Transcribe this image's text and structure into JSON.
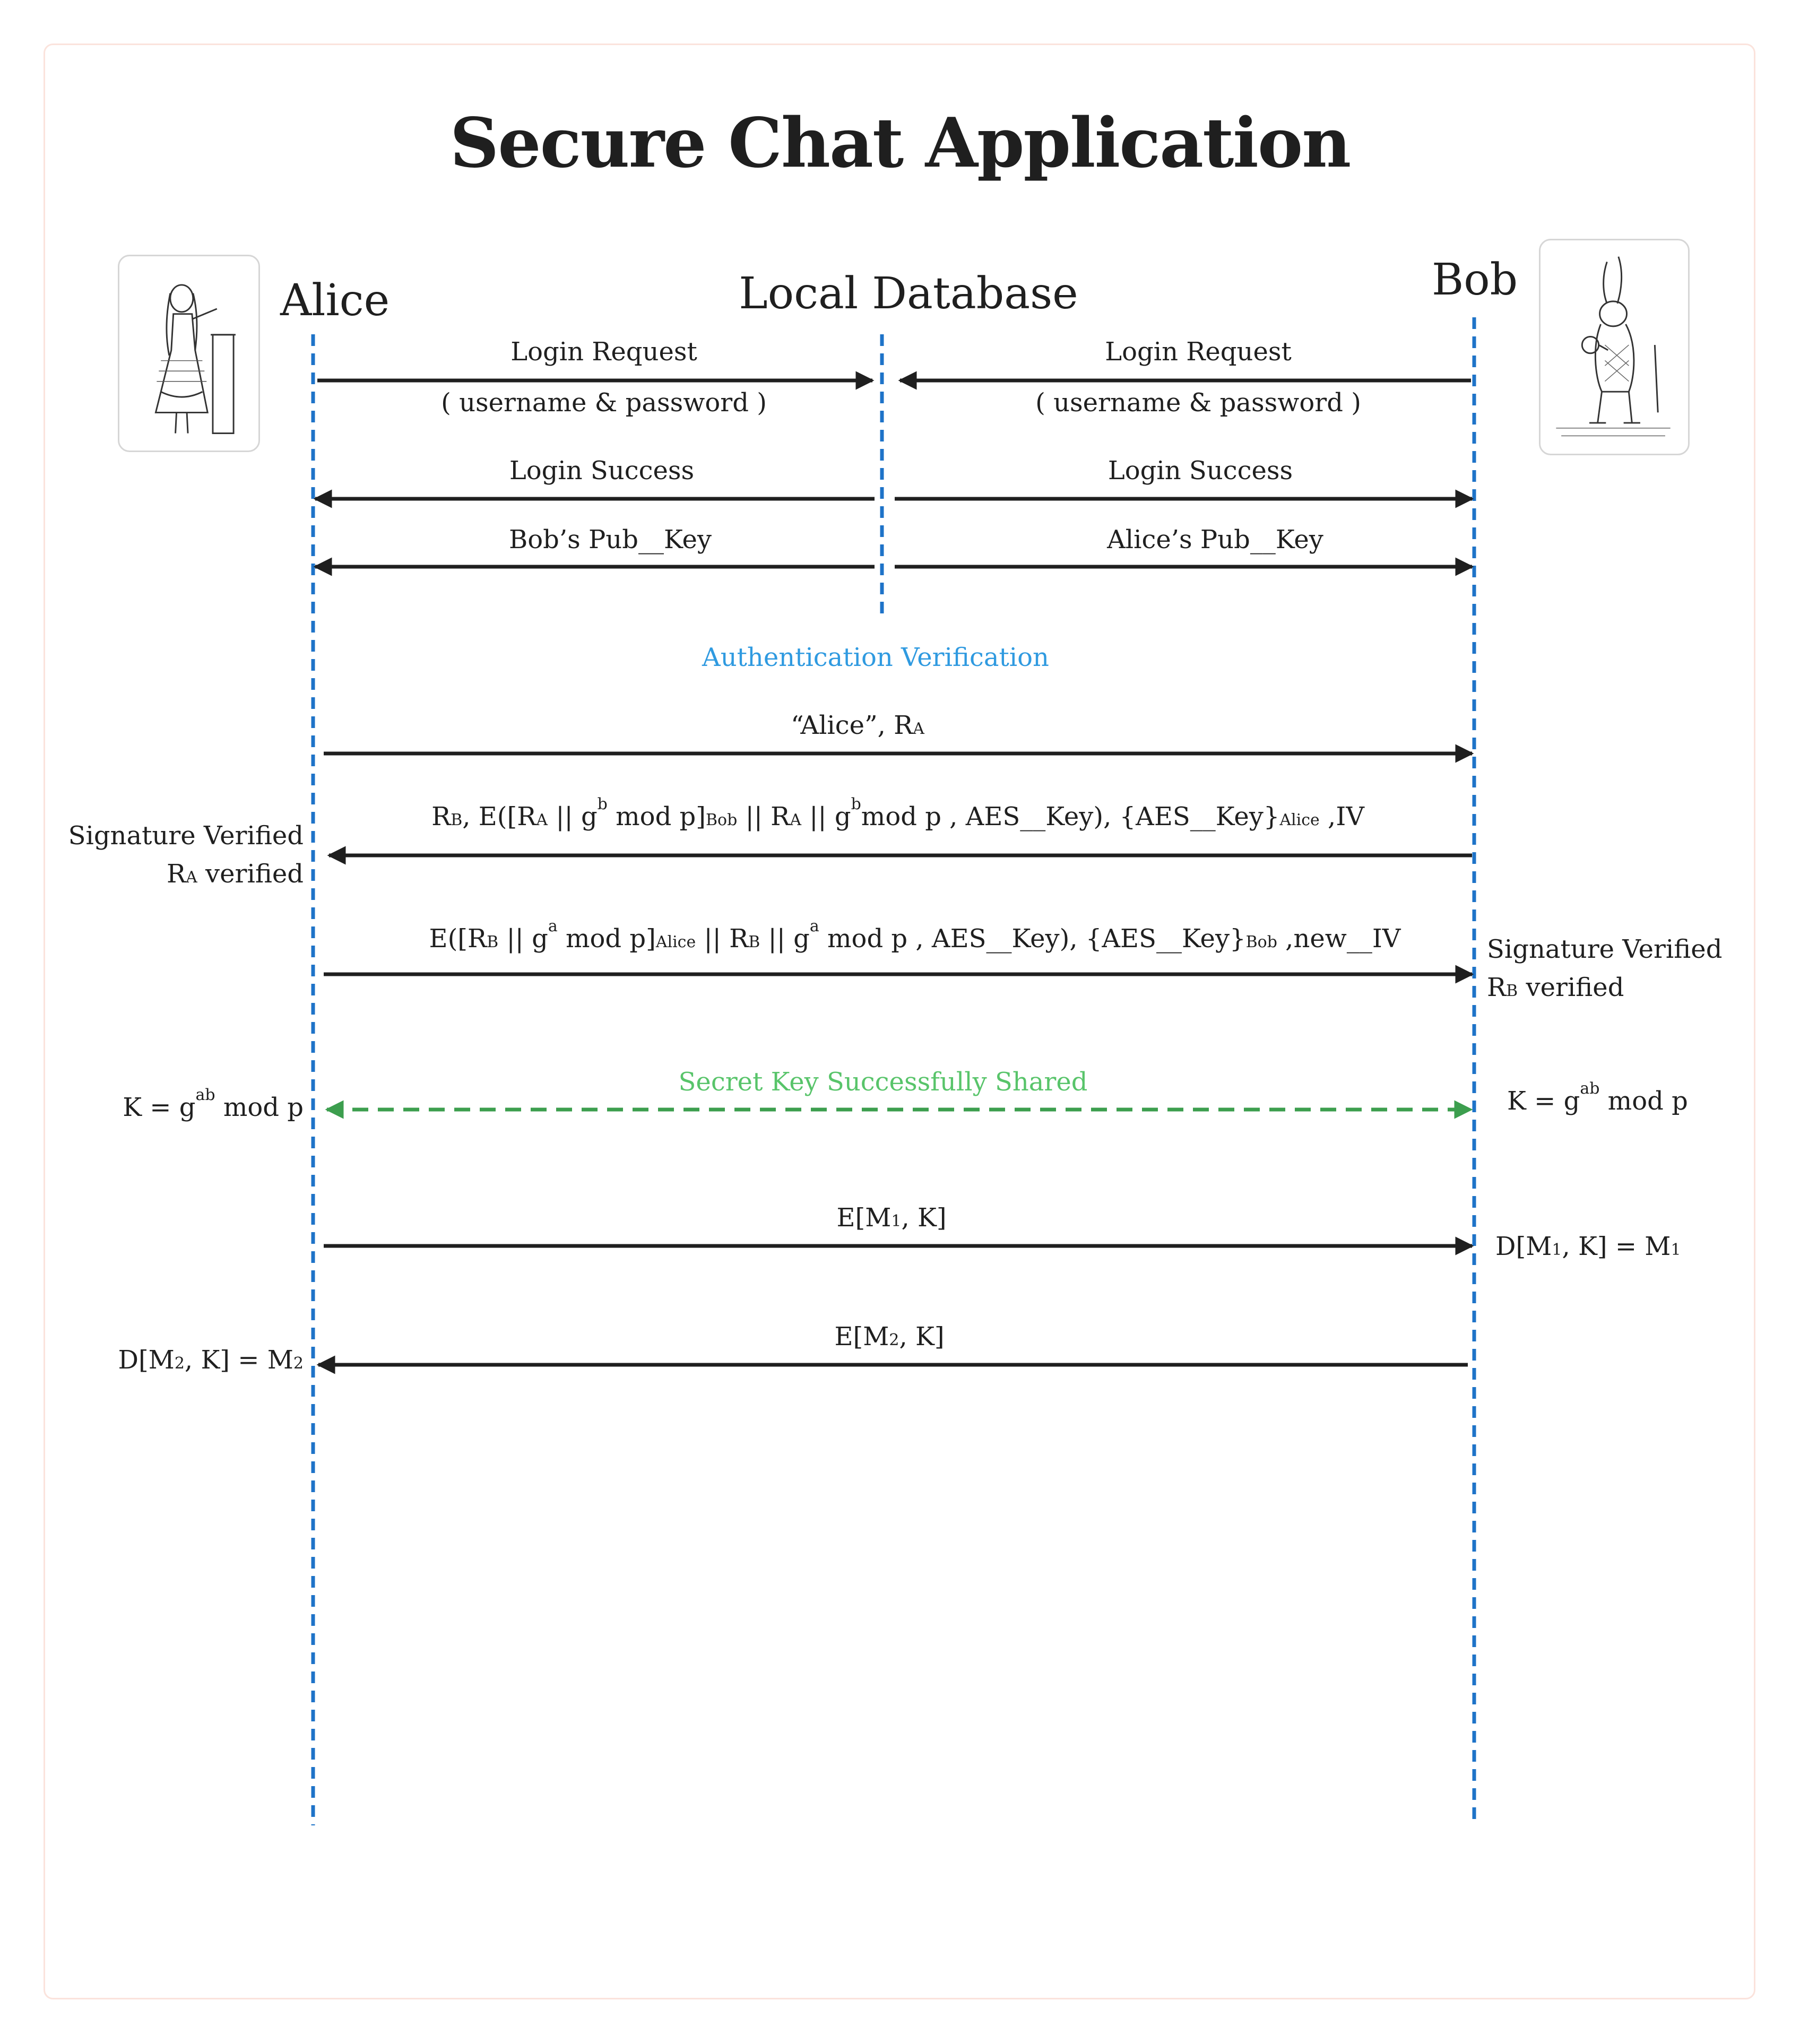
{
  "title": "Secure Chat Application",
  "actors": {
    "alice": "Alice",
    "db": "Local Database",
    "bob": "Bob"
  },
  "avatars": {
    "alice": "alice-illustration",
    "bob": "white-rabbit-illustration"
  },
  "colors": {
    "lifeline": "#1e73c8",
    "arrow": "#1f1f1f",
    "section": "#2f9ae0",
    "shared": "#3c9e4e",
    "shared_label": "#58c46a"
  },
  "messages": {
    "login_left": {
      "label": "Login Request",
      "sublabel": "( username & password )"
    },
    "login_right": {
      "label": "Login Success"
    },
    "login_req_bob": {
      "label": "Login Request",
      "sublabel": "( username & password )"
    },
    "success_alice": {
      "label": "Login Success"
    },
    "pubkey_to_alice": {
      "label": "Bob’s Pub__Key"
    },
    "pubkey_to_bob": {
      "label": "Alice’s Pub__Key"
    },
    "section": "Authentication Verification",
    "msg1": {
      "text": "“Alice”,  R",
      "sub": "A"
    },
    "msg2": {
      "p1": "R",
      "p1_sub": "B",
      "p2": ",  E([R",
      "p2_sub": "A",
      "p3": " || g",
      "p3_sup": "b",
      "p4": " mod p]",
      "p4_sub": "Bob",
      "p5": " || R",
      "p5_sub": "A",
      "p6": " || g",
      "p6_sup": "b",
      "p7": "mod p , AES__Key),  {AES__Key}",
      "p7_sub": "Alice",
      "p8": " ,IV"
    },
    "msg3": {
      "p1": "E([R",
      "p1_sub": "B",
      "p2": " || g",
      "p2_sup": "a",
      "p3": " mod p]",
      "p3_sub": "Alice",
      "p4": " || R",
      "p4_sub": "B",
      "p5": " || g",
      "p5_sup": "a",
      "p6": " mod p , AES__Key), {AES__Key}",
      "p6_sub": "Bob",
      "p7": " ,new__IV"
    },
    "shared": "Secret Key Successfully Shared",
    "m1": {
      "a": "E[M",
      "a_sub": "1",
      "b": ", K]"
    },
    "m2": {
      "a": "E[M",
      "a_sub": "2",
      "b": ", K]"
    }
  },
  "notes": {
    "alice_sig": "Signature Verified",
    "alice_ver": {
      "a": "R",
      "a_sub": "A",
      "b": " verified"
    },
    "bob_sig": "Signature Verified",
    "bob_ver": {
      "a": "R",
      "a_sub": "B",
      "b": " verified"
    },
    "k_alice": {
      "a": "K = g",
      "sup": "ab",
      "b": " mod p"
    },
    "k_bob": {
      "a": "K = g",
      "sup": "ab",
      "b": " mod p"
    },
    "dec_bob": {
      "a": "D[M",
      "a_sub": "1",
      "b": ", K] = M",
      "b_sub": "1"
    },
    "dec_alice": {
      "a": "D[M",
      "a_sub": "2",
      "b": ", K] = M",
      "b_sub": "2"
    }
  }
}
